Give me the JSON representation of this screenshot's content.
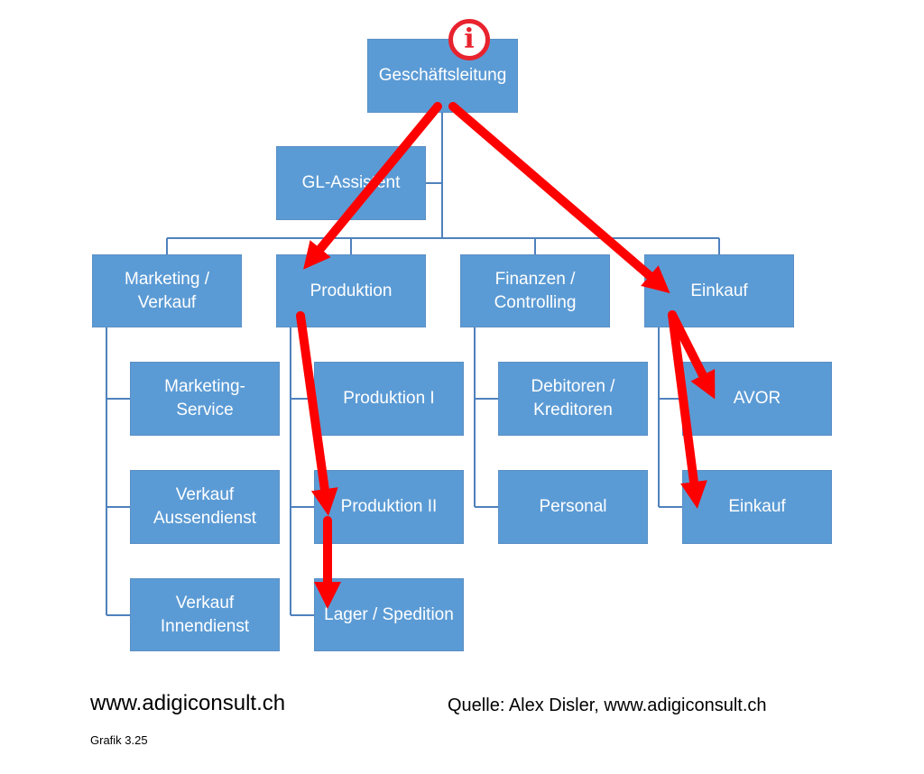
{
  "diagram": {
    "nodes": {
      "gl": "Geschäftsleitung",
      "assistant": "GL-Assistent",
      "marketing": [
        "Marketing /",
        "Verkauf"
      ],
      "produktion": "Produktion",
      "finanzen": [
        "Finanzen /",
        "Controlling"
      ],
      "einkauf": "Einkauf",
      "marketing_service": [
        "Marketing-",
        "Service"
      ],
      "verkauf_aussen": [
        "Verkauf",
        "Aussendienst"
      ],
      "verkauf_innen": [
        "Verkauf",
        "Innendienst"
      ],
      "produktion_1": "Produktion I",
      "produktion_2": "Produktion II",
      "lager": "Lager / Spedition",
      "debitoren": [
        "Debitoren /",
        "Kreditoren"
      ],
      "personal": "Personal",
      "avor": "AVOR",
      "einkauf_sub": "Einkauf"
    },
    "info_icon": "i",
    "colors": {
      "box_fill": "#5b9bd5",
      "connector": "#4f81bd",
      "arrow": "#ff0000"
    }
  },
  "footer": {
    "website": "www.adigiconsult.ch",
    "source": "Quelle: Alex Disler, www.adigiconsult.ch",
    "figure_label": "Grafik 3.25"
  }
}
